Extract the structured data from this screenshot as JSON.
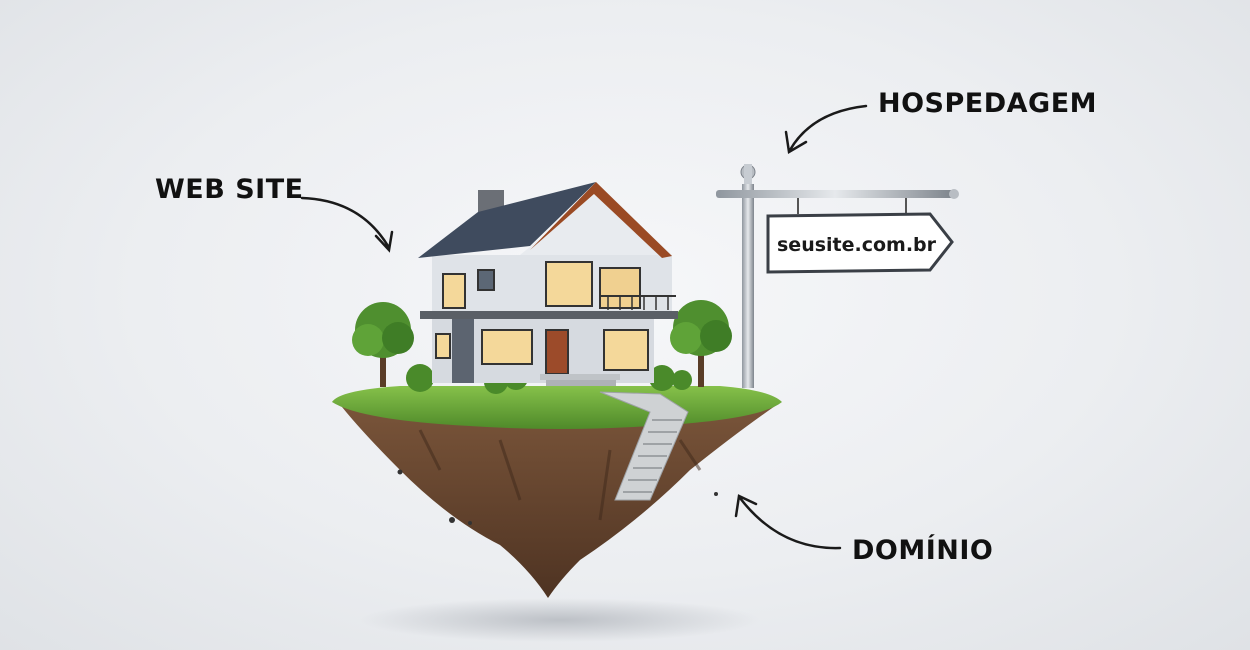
{
  "labels": {
    "website": "WEB SITE",
    "hosting": "HOSPEDAGEM",
    "domain": "DOMÍNIO"
  },
  "sign": {
    "text": "seusite.com.br"
  },
  "colors": {
    "label_text": "#111111",
    "grass": "#6fae3a",
    "soil": "#6e4a32",
    "roof": "#3f4b5e",
    "wall": "#d9dde3",
    "window_light": "#f4d89a"
  },
  "icons": [
    "arrow-website-icon",
    "arrow-hosting-icon",
    "arrow-domain-icon",
    "house-icon",
    "signpost-icon"
  ]
}
